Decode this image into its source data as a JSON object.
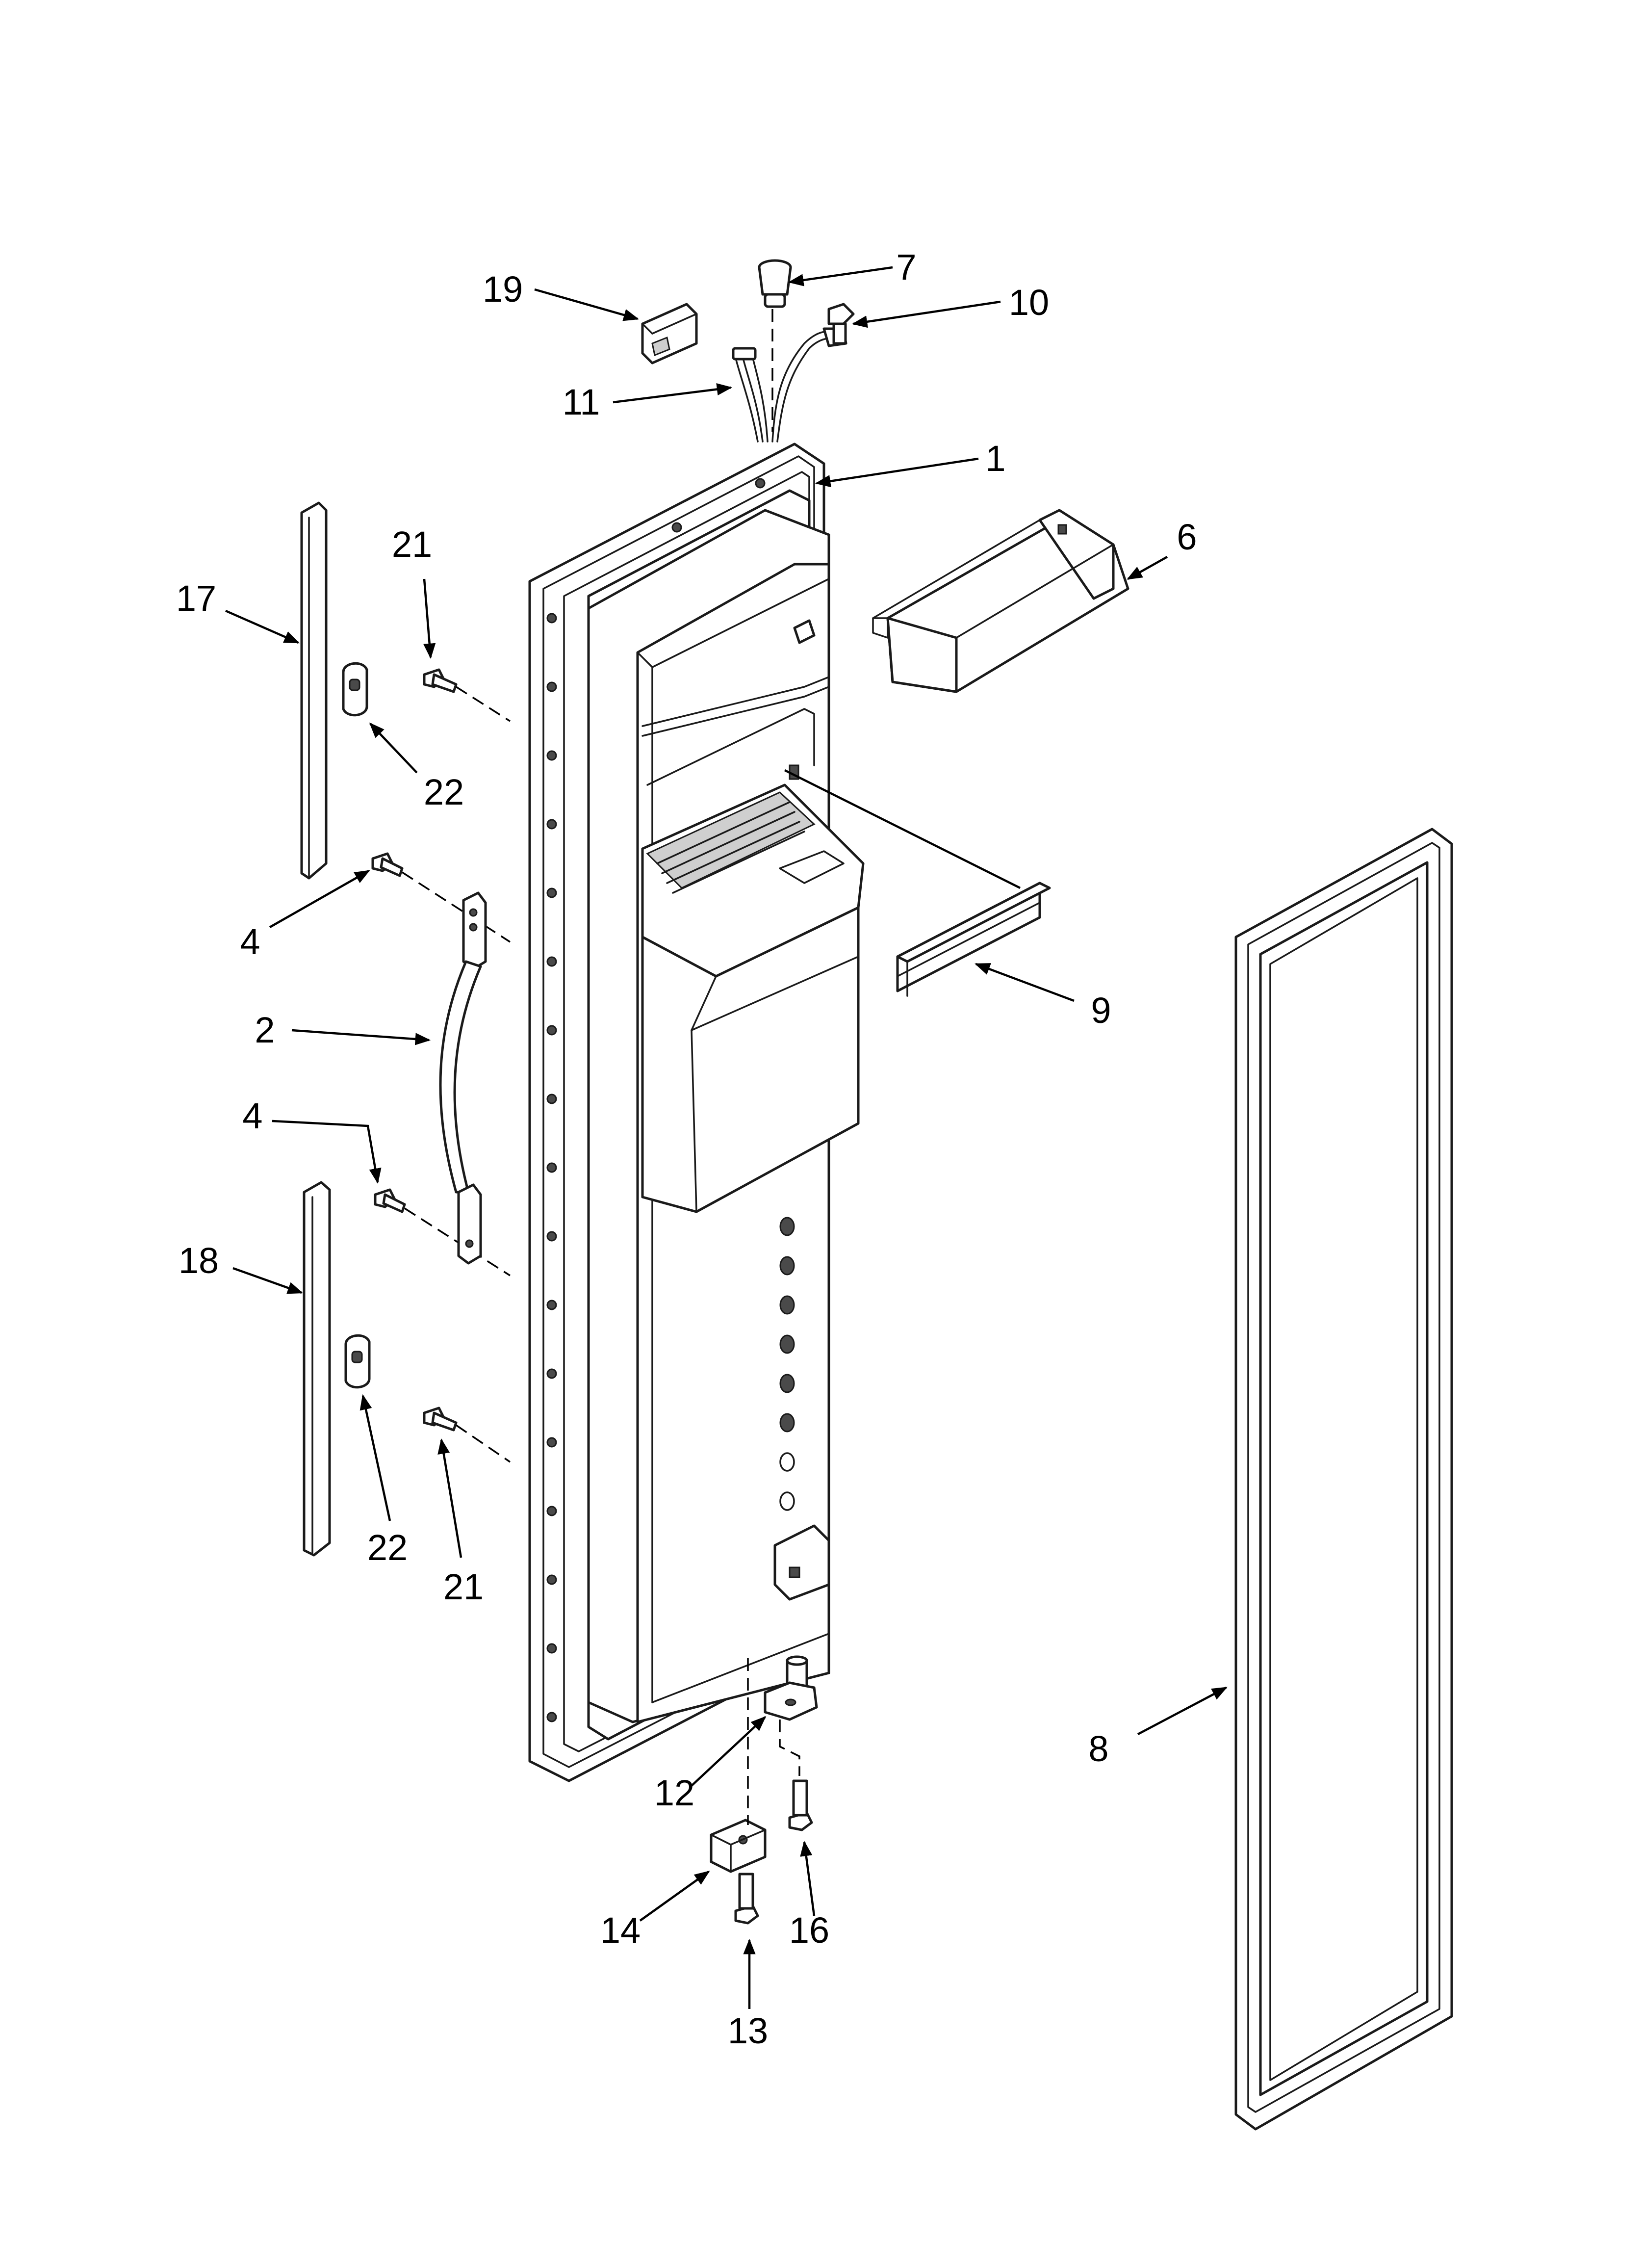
{
  "diagram": {
    "type": "exploded-parts-diagram",
    "callouts": {
      "c1": "1",
      "c2": "2",
      "c4a": "4",
      "c4b": "4",
      "c6": "6",
      "c7": "7",
      "c8": "8",
      "c9": "9",
      "c10": "10",
      "c11": "11",
      "c12": "12",
      "c13": "13",
      "c14": "14",
      "c16": "16",
      "c17": "17",
      "c18": "18",
      "c19": "19",
      "c21a": "21",
      "c21b": "21",
      "c22a": "22",
      "c22b": "22"
    }
  }
}
